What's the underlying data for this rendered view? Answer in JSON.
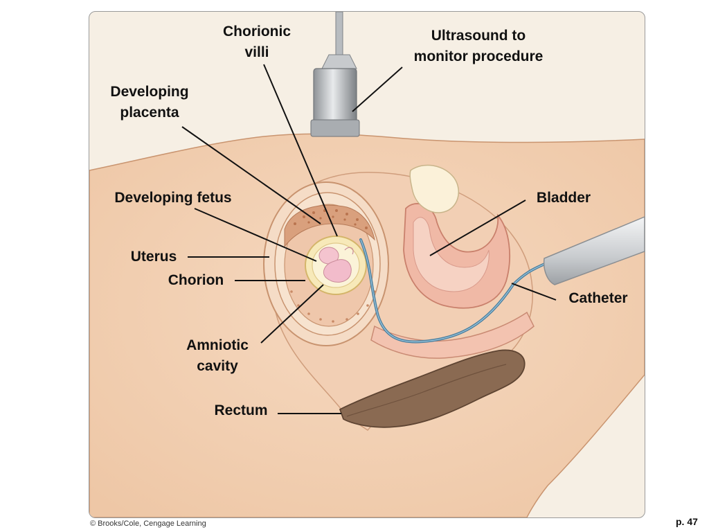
{
  "labels": {
    "chorionic_villi": [
      "Chorionic",
      "villi"
    ],
    "ultrasound": [
      "Ultrasound to",
      "monitor procedure"
    ],
    "developing_placenta": [
      "Developing",
      "placenta"
    ],
    "developing_fetus": "Developing fetus",
    "bladder": "Bladder",
    "uterus": "Uterus",
    "chorion": "Chorion",
    "catheter": "Catheter",
    "amniotic_cavity": [
      "Amniotic",
      "cavity"
    ],
    "rectum": "Rectum"
  },
  "footer": {
    "credit": "© Brooks/Cole, Cengage Learning",
    "page": "p. 47"
  }
}
